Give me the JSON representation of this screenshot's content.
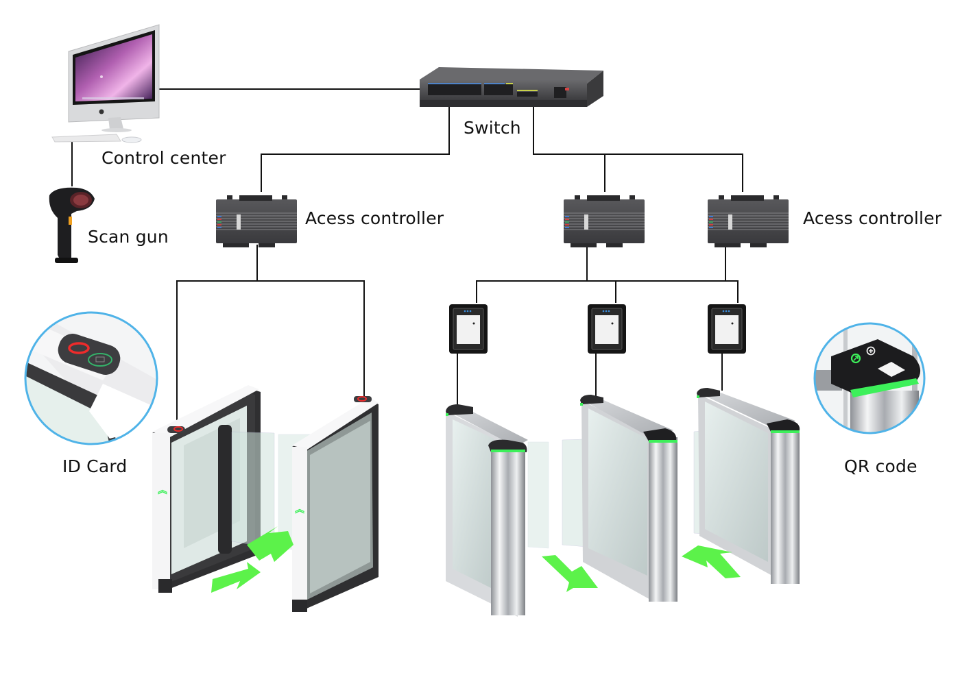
{
  "diagram": {
    "title": "Access control turnstile network topology",
    "labels": {
      "control_center": "Control center",
      "switch": "Switch",
      "scan_gun": "Scan gun",
      "access_controller_left": "Acess controller",
      "access_controller_right": "Acess controller",
      "id_card": "ID Card",
      "qr_code": "QR code"
    },
    "nodes": [
      {
        "id": "control-center",
        "type": "desktop-computer",
        "label_key": "control_center"
      },
      {
        "id": "switch",
        "type": "network-switch",
        "label_key": "switch"
      },
      {
        "id": "scan-gun",
        "type": "barcode-scanner",
        "label_key": "scan_gun"
      },
      {
        "id": "controller-1",
        "type": "access-controller",
        "label_key": "access_controller_left"
      },
      {
        "id": "controller-2",
        "type": "access-controller",
        "label_key": "access_controller_right"
      },
      {
        "id": "controller-3",
        "type": "access-controller",
        "label_key": "access_controller_right"
      },
      {
        "id": "qr-reader-1",
        "type": "qr-reader"
      },
      {
        "id": "qr-reader-2",
        "type": "qr-reader"
      },
      {
        "id": "qr-reader-3",
        "type": "qr-reader"
      },
      {
        "id": "white-gate-left",
        "type": "swing-barrier-white"
      },
      {
        "id": "white-gate-right",
        "type": "swing-barrier-white"
      },
      {
        "id": "steel-gate-1",
        "type": "speed-gate-steel"
      },
      {
        "id": "steel-gate-2",
        "type": "speed-gate-steel"
      },
      {
        "id": "steel-gate-3",
        "type": "speed-gate-steel"
      },
      {
        "id": "id-card-detail",
        "type": "inset-detail",
        "label_key": "id_card"
      },
      {
        "id": "qr-code-detail",
        "type": "inset-detail",
        "label_key": "qr_code"
      }
    ],
    "edges": [
      [
        "control-center",
        "switch"
      ],
      [
        "control-center",
        "scan-gun"
      ],
      [
        "switch",
        "controller-1"
      ],
      [
        "switch",
        "controller-2"
      ],
      [
        "switch",
        "controller-3"
      ],
      [
        "controller-1",
        "white-gate-left"
      ],
      [
        "controller-1",
        "white-gate-right"
      ],
      [
        "controller-2",
        "qr-reader-1"
      ],
      [
        "controller-2",
        "qr-reader-2"
      ],
      [
        "controller-3",
        "qr-reader-2"
      ],
      [
        "controller-3",
        "qr-reader-3"
      ],
      [
        "qr-reader-1",
        "steel-gate-1"
      ],
      [
        "qr-reader-2",
        "steel-gate-2"
      ],
      [
        "qr-reader-3",
        "steel-gate-3"
      ]
    ],
    "colors": {
      "line": "#111111",
      "inset_border": "#4fb3e8",
      "led_green": "#3df05a",
      "arrow_green": "#5cf24a",
      "indicator_red": "#ee2b2b",
      "device_dark": "#3b3b3d",
      "steel": "#c9ccd0"
    }
  }
}
